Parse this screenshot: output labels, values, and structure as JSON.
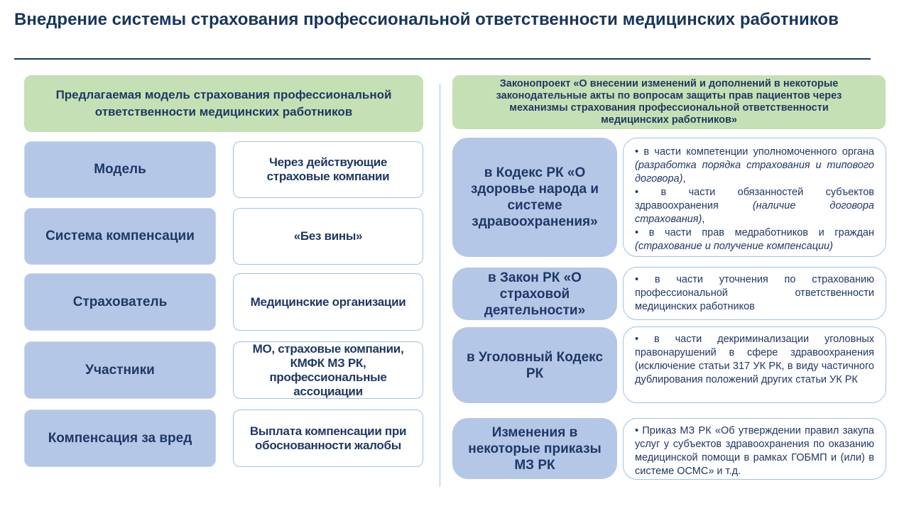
{
  "title": "Внедрение системы страхования профессиональной ответственности медицинских работников",
  "left": {
    "header": "Предлагаемая модель страхования профессиональной ответственности медицинских работников",
    "rows": [
      {
        "label": "Модель",
        "value": "Через действующие страховые компании"
      },
      {
        "label": "Система компенсации",
        "value": "«Без вины»"
      },
      {
        "label": "Страхователь",
        "value": "Медицинские организации"
      },
      {
        "label": "Участники",
        "value": "МО, страховые компании, КМФК МЗ РК, профессиональные ассоциации"
      },
      {
        "label": "Компенсация за вред",
        "value": "Выплата компенсации при обоснованности жалобы"
      }
    ]
  },
  "right": {
    "header": "Законопроект «О внесении изменений и дополнений в некоторые законодательные акты по вопросам защиты прав пациентов через механизмы страхования профессиональной ответственности медицинских работников»",
    "rows": [
      {
        "label": "в Кодекс РК «О здоровье народа и системе здравоохранения»",
        "items": [
          {
            "text": "в части компетенции уполномоченного органа ",
            "note": "(разработка порядка страхования и типового договора)",
            "tail": ","
          },
          {
            "text": "в части обязанностей субъектов здравоохранения ",
            "note": "(наличие договора страхования)",
            "tail": ","
          },
          {
            "text": "в части прав медработников и граждан ",
            "note": "(страхование и получение компенсации)",
            "tail": ""
          }
        ]
      },
      {
        "label": "в Закон РК «О страховой деятельности»",
        "items": [
          {
            "text": "в части уточнения по страхованию профессиональной ответственности медицинских работников",
            "note": "",
            "tail": ""
          }
        ]
      },
      {
        "label": "в Уголовный Кодекс РК",
        "items": [
          {
            "text": "в части декриминализации уголовных правонарушений в сфере здравоохранения (исключение статьи 317 УК РК, в виду частичного дублирования положений других статьи УК РК",
            "note": "",
            "tail": ""
          }
        ]
      },
      {
        "label": "Изменения в некоторые приказы МЗ РК",
        "items": [
          {
            "text": "Приказ МЗ РК «Об утверждении правил закупа услуг у субъектов здравоохранения по оказанию медицинской помощи в рамках ГОБМП и (или) в системе ОСМС» и т.д.",
            "note": "",
            "tail": ""
          }
        ]
      }
    ]
  }
}
